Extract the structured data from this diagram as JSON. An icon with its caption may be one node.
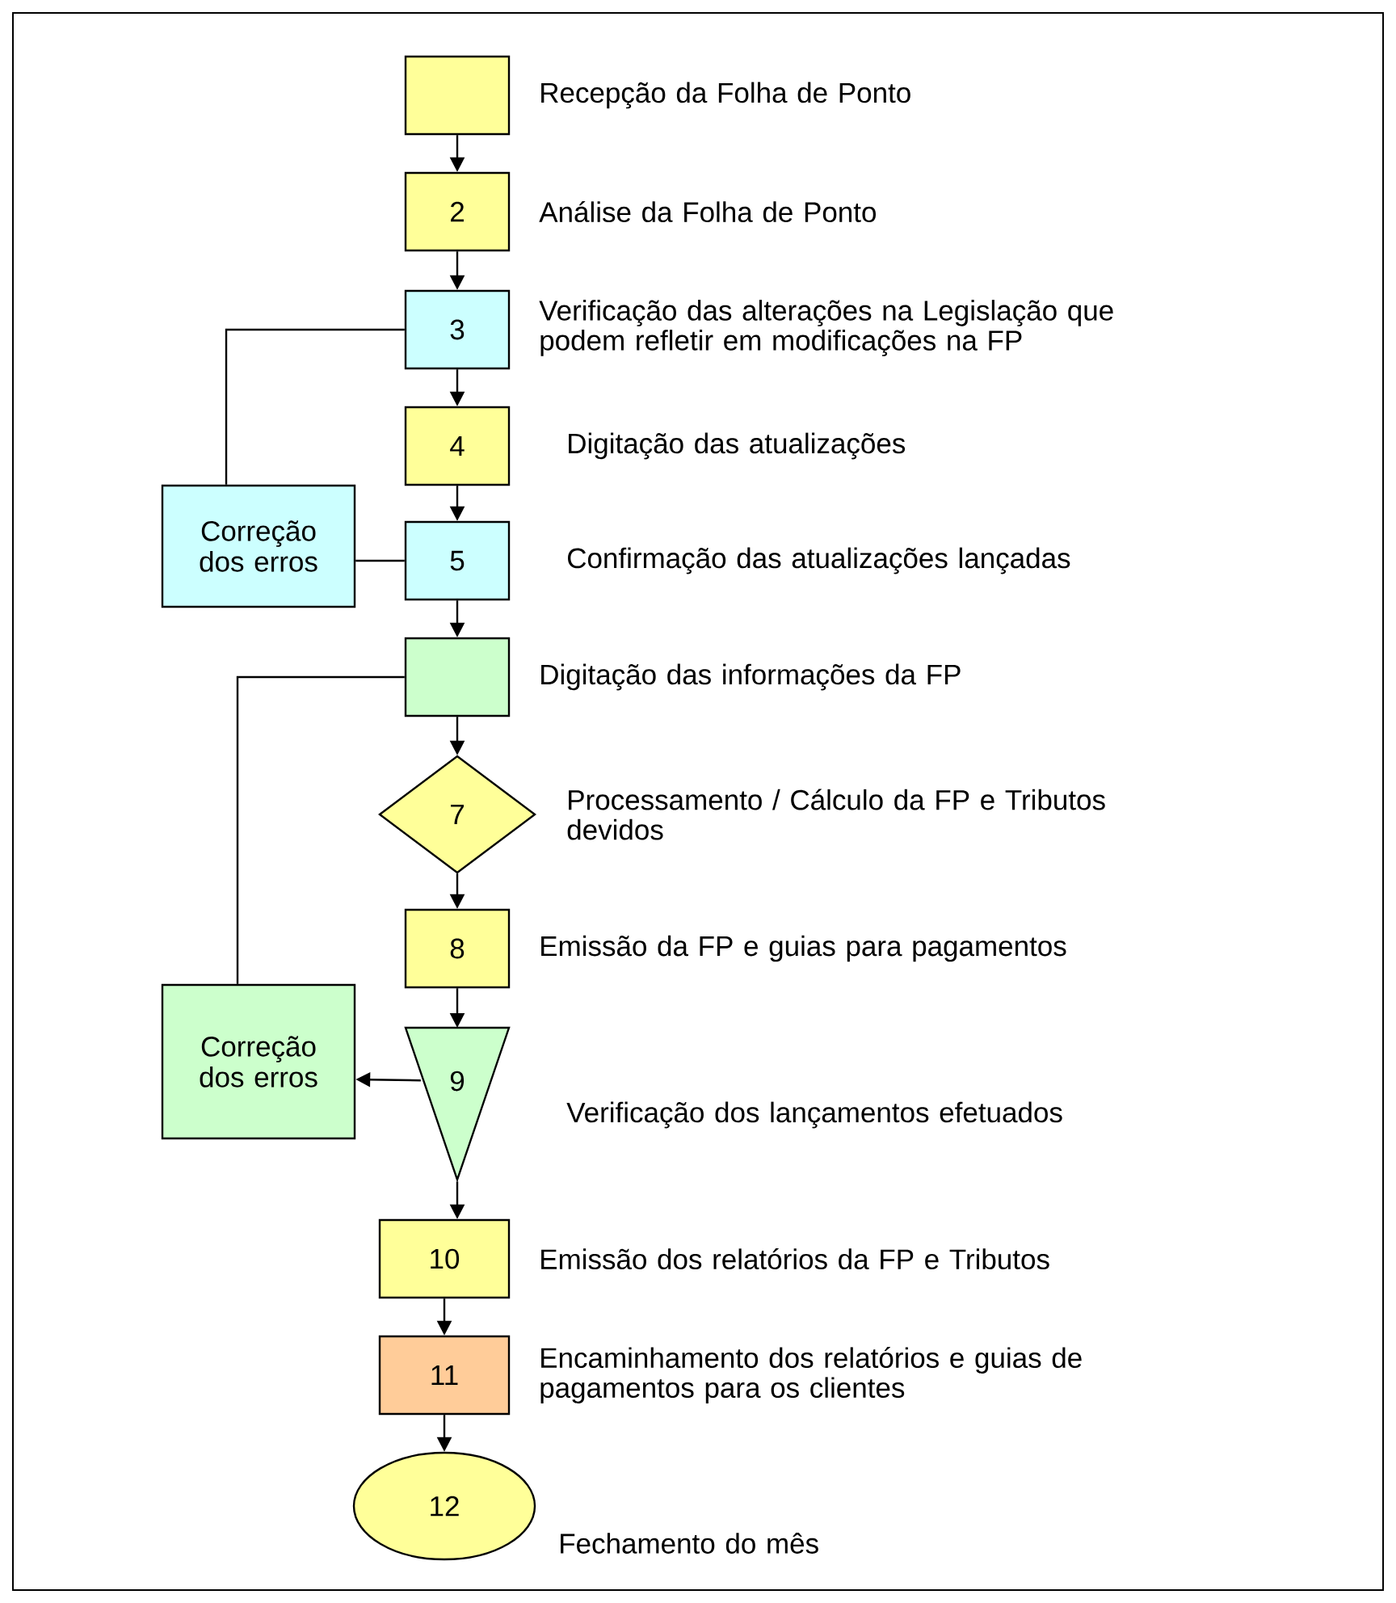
{
  "diagram": {
    "nodes": [
      {
        "text": [],
        "shape": "box",
        "beside": [
          "Recepção da Folha de Ponto"
        ]
      },
      {
        "text": [
          "2"
        ],
        "beside": [
          "Análise da Folha de Ponto"
        ]
      },
      {
        "text": [
          "3"
        ],
        "beside": [
          "Verificação das alterações na Legislação que podem refletir em modificações na FP"
        ]
      },
      {
        "text": [
          "4"
        ],
        "beside": [
          "Digitação das atualizações"
        ]
      },
      {
        "text": [
          "Correção dos erros"
        ]
      },
      {
        "text": [
          "5"
        ],
        "beside": [
          "Confirmação das atualizações lançadas"
        ]
      },
      {
        "text": [],
        "shape": "box",
        "beside": [
          "Digitação das informações da FP"
        ]
      },
      {
        "text": [
          "7"
        ],
        "beside": [
          "Processamento / Cálculo da FP e Tributos devidos"
        ]
      },
      {
        "text": [
          "8"
        ],
        "beside": [
          "Emissão da FP e guias para pagamentos"
        ]
      },
      {
        "text": [
          "Correção dos erros"
        ]
      },
      {
        "text": [
          "9"
        ],
        "beside": [
          "Verificação dos lançamentos efetuados"
        ]
      },
      {
        "text": [
          "10"
        ],
        "beside": [
          "Emissão dos relatórios da FP e Tributos"
        ]
      },
      {
        "text": [
          "11"
        ],
        "beside": [
          "Encaminhamento dos relatórios e guias de pagamentos para os clientes"
        ]
      },
      {
        "text": [
          "12"
        ],
        "beside": [
          "Fechamento do mês"
        ]
      }
    ],
    "edges": [
      {
        "from": 0,
        "to": 1,
        "arrow": "to"
      },
      {
        "from": 1,
        "to": 2,
        "arrow": "to"
      },
      {
        "from": 2,
        "to": 3,
        "arrow": "to"
      },
      {
        "from": 2,
        "to": 4,
        "arrow": "none"
      },
      {
        "from": 3,
        "to": 5,
        "arrow": "to"
      },
      {
        "from": 4,
        "to": 5,
        "arrow": "none"
      },
      {
        "from": 5,
        "to": 6,
        "arrow": "to"
      },
      {
        "from": 6,
        "to": 7,
        "arrow": "to"
      },
      {
        "from": 6,
        "to": 9,
        "arrow": "none"
      },
      {
        "from": 7,
        "to": 8,
        "arrow": "to"
      },
      {
        "from": 8,
        "to": 10,
        "arrow": "to"
      },
      {
        "from": 10,
        "to": 9,
        "arrow": "to"
      },
      {
        "from": 10,
        "to": 11,
        "arrow": "to"
      },
      {
        "from": 11,
        "to": 12,
        "arrow": "to"
      },
      {
        "from": 12,
        "to": 13,
        "arrow": "to"
      }
    ]
  }
}
